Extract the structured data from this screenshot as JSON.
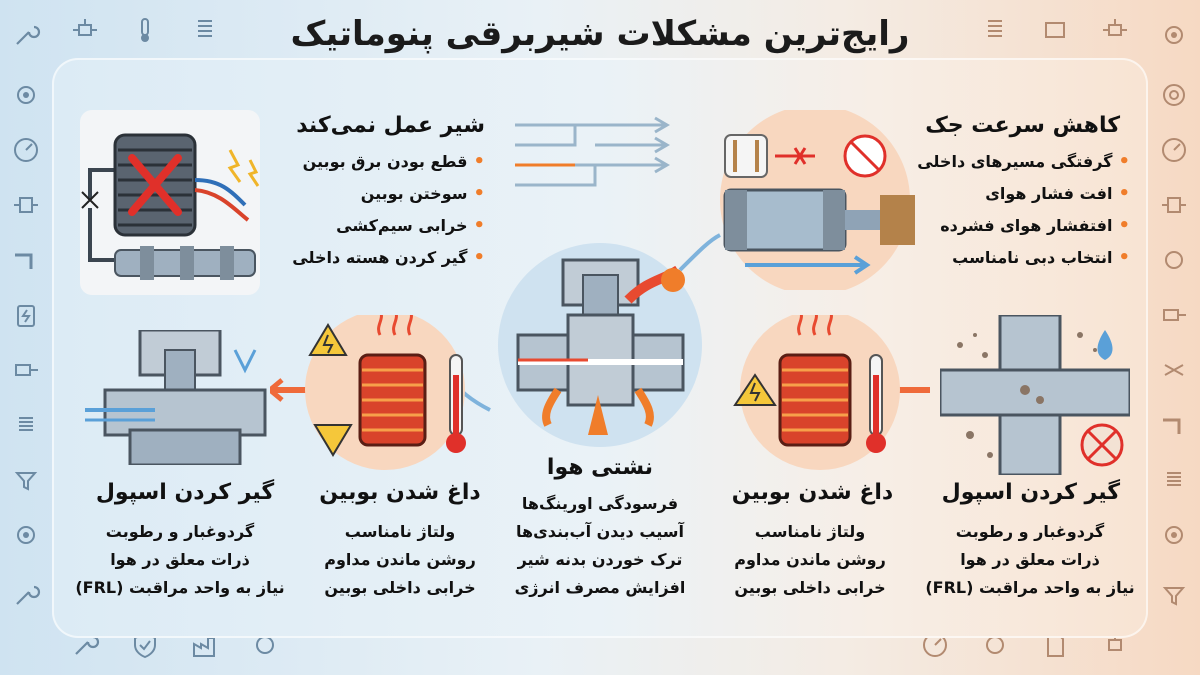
{
  "title": "رایج‌ترین مشکلات شیربرقی پنوماتیک",
  "sections": {
    "valve_not_working": {
      "title": "شیر عمل نمی‌کند",
      "items": [
        "قطع بودن برق بوبین",
        "سوختن بوبین",
        "خرابی سیم‌کشی",
        "گیر کردن هسته داخلی"
      ]
    },
    "slow_cylinder": {
      "title": "کاهش سرعت جک",
      "items": [
        "گرفتگی مسیرهای داخلی",
        "افت فشار هوای",
        "افتفشار هوای فشرده",
        "انتخاب دبی نامناسب"
      ]
    },
    "air_leak": {
      "title": "نشتی هوا",
      "lines": [
        "فرسودگی اورینگ‌ها",
        "آسیب دیدن آب‌بندی‌ها",
        "ترک خوردن بدنه شیر",
        "افزایش مصرف انرژی"
      ]
    },
    "coil_heat_left": {
      "title": "داغ شدن بوبین",
      "lines": [
        "ولتاژ نامناسب",
        "روشن ماندن مداوم",
        "خرابی داخلی بوبین"
      ]
    },
    "coil_heat_right": {
      "title": "داغ شدن بوبین",
      "lines": [
        "ولتاژ نامناسب",
        "روشن ماندن مداوم",
        "خرابی داخلی بوبین"
      ]
    },
    "spool_stuck_left": {
      "title": "گیر کردن اسپول",
      "lines": [
        "گردوغبار و رطوبت",
        "ذرات معلق در هوا",
        "نیاز به واحد مراقبت (FRL)"
      ]
    },
    "spool_stuck_right": {
      "title": "گیر کردن اسپول",
      "lines": [
        "گردوغبار و رطوبت",
        "ذرات معلق در هوا",
        "نیاز به واحد مراقبت (FRL)"
      ]
    }
  },
  "colors": {
    "accent_orange": "#f07d2a",
    "steel": "#8fa3b6",
    "coil_red": "#d9432b",
    "flow_blue": "#5aa0d8",
    "danger_red": "#e0302a"
  },
  "icons": {
    "side": [
      "wrench-icon",
      "gauge-icon",
      "coil-icon",
      "valve-icon",
      "thermometer-icon",
      "gear-icon",
      "cylinder-icon",
      "warning-icon",
      "filter-icon",
      "check-icon"
    ]
  }
}
